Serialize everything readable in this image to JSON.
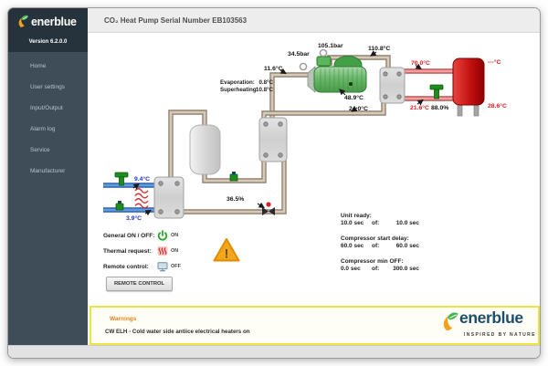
{
  "header": {
    "title": "CO₂ Heat Pump Serial Number EB103563"
  },
  "sidebar": {
    "logo_text": "enerblue",
    "version": "Version 6.2.0.0",
    "items": [
      {
        "label": "Home"
      },
      {
        "label": "User settings"
      },
      {
        "label": "Input/Output"
      },
      {
        "label": "Alarm log"
      },
      {
        "label": "Service"
      },
      {
        "label": "Manufacturer"
      }
    ]
  },
  "diagram": {
    "discharge_pressure": "105.1bar",
    "discharge_temp": "110.8°C",
    "suction_pressure": "34.5bar",
    "suction_temp": "11.6°C",
    "evaporation_label": "Evaporation:",
    "evaporation_value": "0.8°C",
    "superheating_label": "Superheating:",
    "superheating_value": "10.8°C",
    "compressor_discharge_temp": "48.9°C",
    "gas_cooler_outlet_temp": "24.0°C",
    "hot_supply_temp": "70.0°C",
    "hot_setpoint_temp": "---°C",
    "hot_return_temp": "21.6°C",
    "hot_valve_opening": "88.0%",
    "tank_bottom_temp": "28.6°C",
    "cold_inlet_temp": "9.4°C",
    "cold_outlet_temp": "3.9°C",
    "expansion_valve_opening": "36.5%"
  },
  "controls": {
    "rows": [
      {
        "label": "General ON / OFF:",
        "status": "ON"
      },
      {
        "label": "Thermal request:",
        "status": "ON"
      },
      {
        "label": "Remote control:",
        "status": "OFF"
      }
    ],
    "remote_button": "REMOTE CONTROL"
  },
  "timers": [
    {
      "title": "Unit ready:",
      "current": "10.0 sec",
      "of_label": "of:",
      "total": "10.0 sec"
    },
    {
      "title": "Compressor start delay:",
      "current": "60.0 sec",
      "of_label": "of:",
      "total": "60.0 sec"
    },
    {
      "title": "Compressor min OFF:",
      "current": "0.0 sec",
      "of_label": "of:",
      "total": "300.0 sec"
    }
  ],
  "warnings": {
    "title": "Warnings",
    "message": "CW ELH - Cold water side antiice electrical heaters on"
  },
  "footer": {
    "brand": "enerblue",
    "tagline": "INSPIRED BY NATURE"
  },
  "colors": {
    "sidebar_dark": "#3e4d57",
    "accent_green": "#1e8c1e",
    "tank_red": "#c41111",
    "hot_label_red": "#e02020",
    "cold_label_blue": "#2335cc",
    "warn_border_yellow": "#ece43f",
    "warn_title_orange": "#e8821e",
    "brand_blue": "#1d4d6b"
  }
}
